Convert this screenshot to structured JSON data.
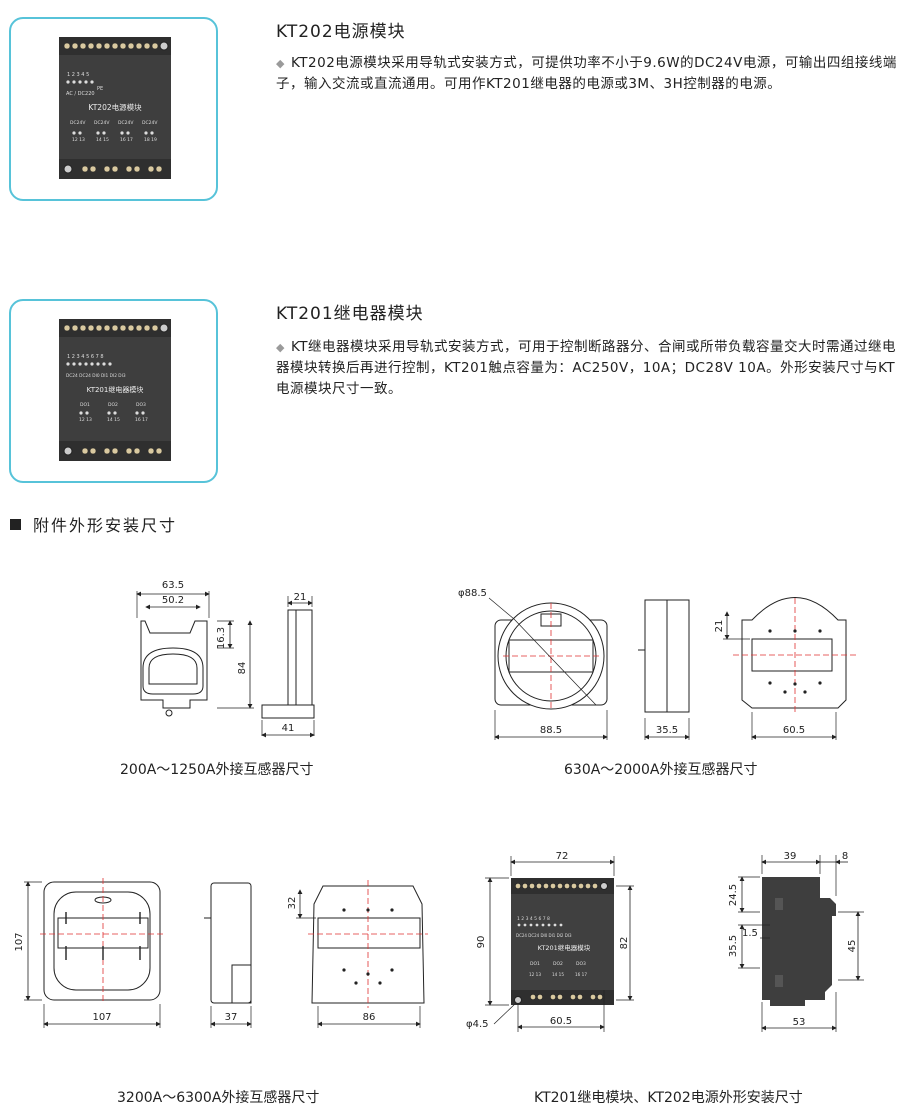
{
  "modules": [
    {
      "title": "KT202电源模块",
      "description": "KT202电源模块采用导轨式安装方式，可提供功率不小于9.6W的DC24V电源，可输出四组接线端子，输入交流或直流通用。可用作KT201继电器的电源或3M、3H控制器的电源。",
      "panel": {
        "pin_numbers": "1  2  3  4  5",
        "pe": "PE",
        "input": "AC / DC220",
        "name": "KT202电源模块",
        "out_labels": [
          "DC24V",
          "DC24V",
          "DC24V",
          "DC24V"
        ],
        "terminals": [
          "12 13",
          "14 15",
          "16 17",
          "18 19"
        ]
      }
    },
    {
      "title": "KT201继电器模块",
      "description": "KT继电器模块采用导轨式安装方式，可用于控制断路器分、合闸或所带负载容量交大时需通过继电器模块转换后再进行控制，KT201触点容量为：AC250V，10A；DC28V 10A。外形安装尺寸与KT电源模块尺寸一致。",
      "panel": {
        "pin_numbers": "1  2  3  4  5  6  7  8",
        "inputs": "DC24  DC24  DI0 DI1 DI2 DI3",
        "name": "KT201继电器模块",
        "out_labels": [
          "DO1",
          "DO2",
          "DO3"
        ],
        "terminals": [
          "12 13",
          "14 15",
          "16 17"
        ]
      }
    }
  ],
  "accessories_heading": "附件外形安装尺寸",
  "drawings": {
    "ct_small": {
      "caption": "200A～1250A外接互感器尺寸",
      "dims": [
        "63.5",
        "50.2",
        "16.3",
        "84",
        "21",
        "41"
      ]
    },
    "ct_medium": {
      "caption": "630A～2000A外接互感器尺寸",
      "dims": [
        "φ88.5",
        "88.5",
        "35.5",
        "21",
        "60.5"
      ]
    },
    "ct_large": {
      "caption": "3200A～6300A外接互感器尺寸",
      "dims": [
        "107",
        "107",
        "37",
        "32",
        "86"
      ]
    },
    "module": {
      "caption": "KT201继电模块、KT202电源外形安装尺寸",
      "dims": [
        "72",
        "90",
        "82",
        "φ4.5",
        "60.5",
        "39",
        "8",
        "24.5",
        "35.5",
        "1.5",
        "45",
        "53"
      ],
      "pin_numbers": "1 2 3 4 5 6 7 8",
      "inputs": "DC24 DC24 DI0 DI1 DI2 DI3",
      "name": "KT201继电器模块",
      "out_labels": [
        "DO1",
        "DO2",
        "DO3"
      ],
      "terminals": [
        "12 13",
        "14 15",
        "16 17"
      ]
    }
  },
  "colors": {
    "card_border": "#57c3d9",
    "module_body": "#3b3b3b",
    "dim_line": "#222222",
    "center_line": "#e03030"
  }
}
